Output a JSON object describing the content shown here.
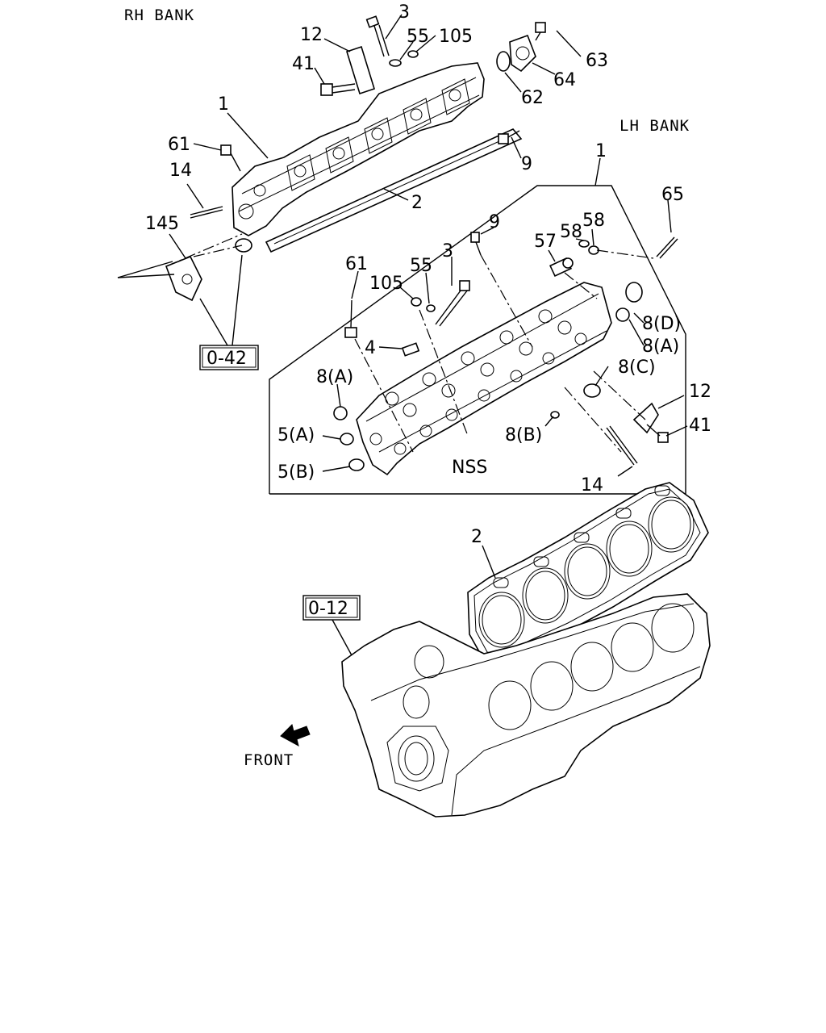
{
  "banks": {
    "rh": "RH BANK",
    "lh": "LH BANK"
  },
  "refs": {
    "r42": "0-42",
    "r12": "0-12"
  },
  "front": "FRONT",
  "labels": {
    "rh_3": "3",
    "rh_12": "12",
    "rh_55": "55",
    "rh_105": "105",
    "rh_41": "41",
    "rh_63": "63",
    "rh_64": "64",
    "rh_62": "62",
    "rh_1": "1",
    "rh_61": "61",
    "rh_9": "9",
    "rh_14": "14",
    "rh_2": "2",
    "rh_145": "145",
    "lh_1": "1",
    "lh_65": "65",
    "lh_9": "9",
    "lh_58a": "58",
    "lh_58b": "58",
    "lh_57": "57",
    "lh_61": "61",
    "lh_55": "55",
    "lh_3": "3",
    "lh_105": "105",
    "lh_8d": "8(D)",
    "lh_8a_r": "8(A)",
    "lh_4": "4",
    "lh_8c": "8(C)",
    "lh_8a_l": "8(A)",
    "lh_12": "12",
    "lh_41": "41",
    "lh_5a": "5(A)",
    "lh_8b": "8(B)",
    "lh_5b": "5(B)",
    "lh_nss": "NSS",
    "lh_14": "14",
    "gasket_2": "2"
  }
}
